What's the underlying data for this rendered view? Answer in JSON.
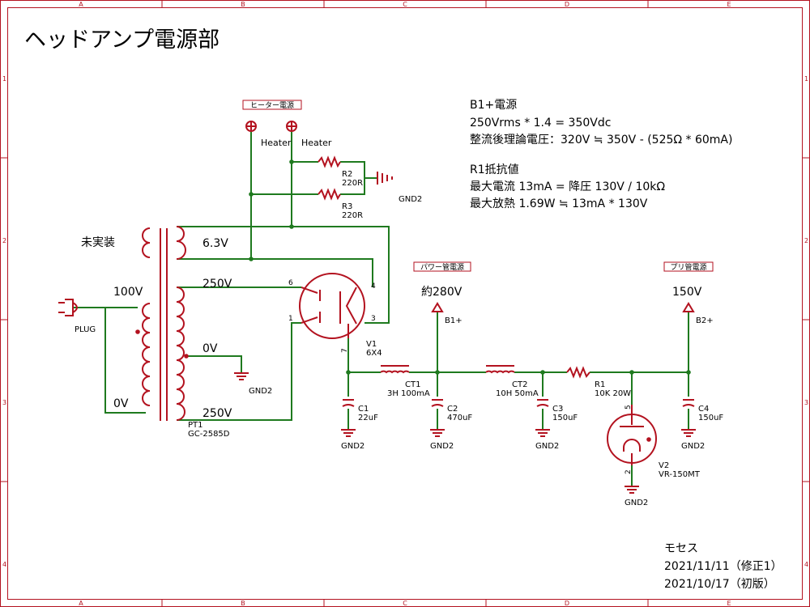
{
  "title": "ヘッドアンプ電源部",
  "frame": {
    "cols": [
      "A",
      "B",
      "C",
      "D",
      "E"
    ],
    "rows": [
      "1",
      "2",
      "3",
      "4"
    ]
  },
  "calc": {
    "b1_title": "B1+電源",
    "b1_line1": "250Vrms * 1.4 = 350Vdc",
    "b1_line2": "整流後理論電圧：320V ≒ 350V - (525Ω * 60mA)",
    "r1_title": "R1抵抗値",
    "r1_line1": "最大電流 13mA = 降圧 130V / 10kΩ",
    "r1_line2": "最大放熱 1.69W ≒ 13mA * 130V"
  },
  "tags": {
    "heater": "ヒーター電源",
    "power_tube": "パワー管電源",
    "pre_tube": "プリ管電源"
  },
  "labels": {
    "heater_a": "Heater",
    "heater_b": "Heater",
    "unmounted": "未実装",
    "v63": "6.3V",
    "v250a": "250V",
    "v100": "100V",
    "plug": "PLUG",
    "v0a": "0V",
    "v0b": "0V",
    "v250b": "250V",
    "approx280": "約280V",
    "v150": "150V",
    "b1plus": "B1+",
    "b2plus": "B2+",
    "gnd": "GND2"
  },
  "parts": {
    "pt1_ref": "PT1",
    "pt1_val": "GC-2585D",
    "v1_ref": "V1",
    "v1_val": "6X4",
    "v2_ref": "V2",
    "v2_val": "VR-150MT",
    "r2_ref": "R2",
    "r2_val": "220R",
    "r3_ref": "R3",
    "r3_val": "220R",
    "r1_ref": "R1",
    "r1_val": "10K 20W",
    "ct1_ref": "CT1",
    "ct1_val": "3H 100mA",
    "ct2_ref": "CT2",
    "ct2_val": "10H 50mA",
    "c1_ref": "C1",
    "c1_val": "22uF",
    "c2_ref": "C2",
    "c2_val": "470uF",
    "c3_ref": "C3",
    "c3_val": "150uF",
    "c4_ref": "C4",
    "c4_val": "150uF",
    "pin6": "6",
    "pin4": "4",
    "pin1": "1",
    "pin3": "3",
    "pin7": "7",
    "pin5": "5",
    "pin2": "2"
  },
  "signature": {
    "author": "モセス",
    "rev1": "2021/11/11（修正1）",
    "rev0": "2021/10/17（初版）"
  }
}
